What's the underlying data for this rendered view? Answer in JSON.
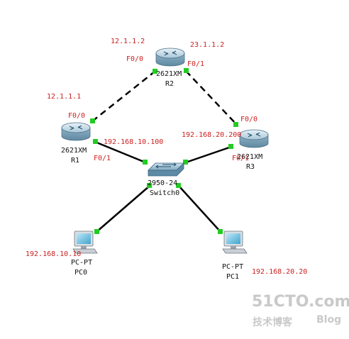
{
  "devices": {
    "r1": {
      "model": "2621XM",
      "name": "R1"
    },
    "r2": {
      "model": "2621XM",
      "name": "R2"
    },
    "r3": {
      "model": "2621XM",
      "name": "R3"
    },
    "switch": {
      "model": "2950-24",
      "name": "Switch0"
    },
    "pc0": {
      "model": "PC-PT",
      "name": "PC0"
    },
    "pc1": {
      "model": "PC-PT",
      "name": "PC1"
    }
  },
  "interfaces": {
    "r1_f00": "F0/0",
    "r1_f01": "F0/1",
    "r2_f00": "F0/0",
    "r2_f01": "F0/1",
    "r3_f00": "F0/0",
    "r3_f01": "F0/1"
  },
  "addresses": {
    "r2_left": "12.1.1.2",
    "r2_right": "23.1.1.2",
    "r1_top": "12.1.1.1",
    "r1_lan": "192.168.10.100",
    "r3_lan": "192.168.20.200",
    "pc0_ip": "192.168.10.10",
    "pc1_ip": "192.168.20.20"
  },
  "watermark": {
    "site": "51CTO.com",
    "blog_cn": "技术博客",
    "blog_en": "Blog"
  },
  "colors": {
    "address_text": "#cc2020",
    "link_dot": "#22cc22",
    "router_body": "#8fb3c8",
    "switch_body": "#6f9ab3"
  }
}
